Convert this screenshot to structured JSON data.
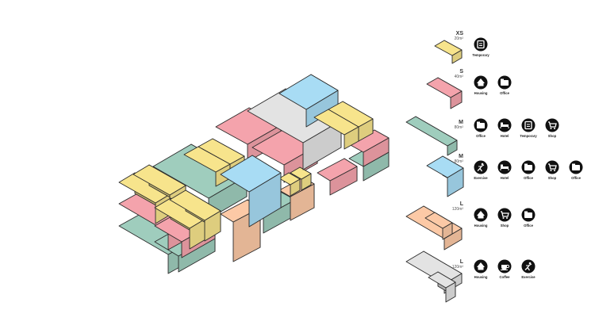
{
  "colors": {
    "yellow": "#f7e48c",
    "pink": "#f4a3ac",
    "green": "#9fcdbd",
    "blue": "#a8dcf4",
    "peach": "#fcc9a6",
    "gray": "#e3e3e3",
    "stroke": "#2b2b2b"
  },
  "legend": [
    {
      "size": "XS",
      "area": "20m²",
      "color": "yellow",
      "icons": [
        {
          "icon": "temporary-icon",
          "label": "Temporary"
        }
      ]
    },
    {
      "size": "S",
      "area": "40m²",
      "color": "pink",
      "icons": [
        {
          "icon": "housing-icon",
          "label": "Housing"
        },
        {
          "icon": "office-icon",
          "label": "Office"
        }
      ]
    },
    {
      "size": "M",
      "area": "80m²",
      "color": "green",
      "icons": [
        {
          "icon": "office-icon",
          "label": "Office"
        },
        {
          "icon": "hotel-icon",
          "label": "Hotel"
        },
        {
          "icon": "temporary-icon",
          "label": "Temporary"
        },
        {
          "icon": "shop-icon",
          "label": "Shop"
        }
      ]
    },
    {
      "size": "M",
      "area": "80m²",
      "color": "blue",
      "icons": [
        {
          "icon": "exercise-icon",
          "label": "Exercise"
        },
        {
          "icon": "hotel-icon",
          "label": "Hotel"
        },
        {
          "icon": "office-icon",
          "label": "Office"
        },
        {
          "icon": "shop-icon",
          "label": "Shop"
        },
        {
          "icon": "office-icon",
          "label": "Office"
        }
      ]
    },
    {
      "size": "L",
      "area": "120m²",
      "color": "peach",
      "icons": [
        {
          "icon": "housing-icon",
          "label": "Housing"
        },
        {
          "icon": "shop-icon",
          "label": "Shop"
        },
        {
          "icon": "office-icon",
          "label": "Office"
        }
      ]
    },
    {
      "size": "L",
      "area": "120m²",
      "color": "gray",
      "icons": [
        {
          "icon": "housing-icon",
          "label": "Housing"
        },
        {
          "icon": "coffee-icon",
          "label": "Coffee"
        },
        {
          "icon": "exercise-icon",
          "label": "Exercise"
        }
      ]
    }
  ]
}
